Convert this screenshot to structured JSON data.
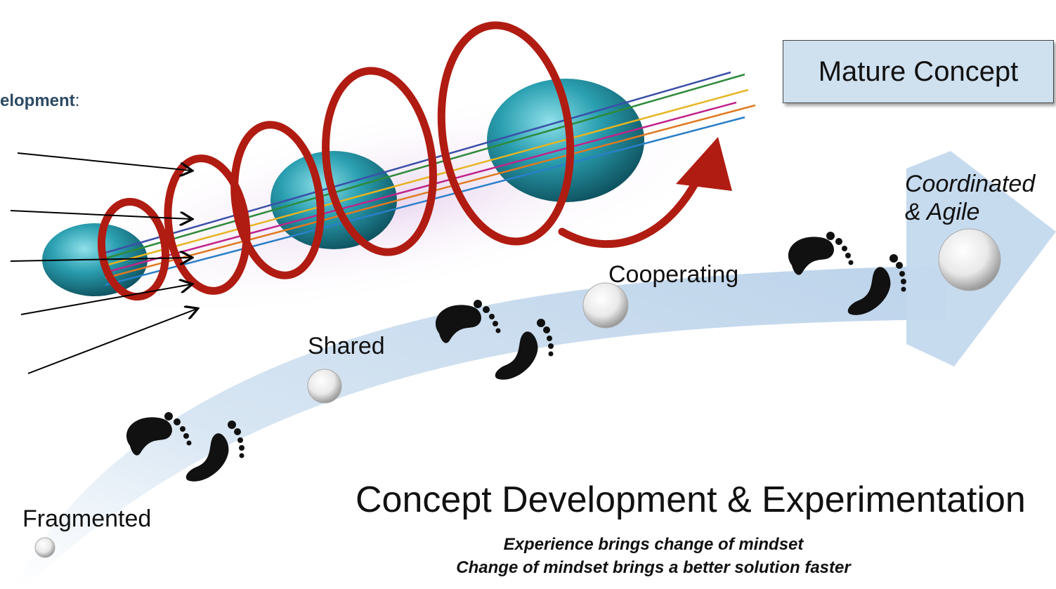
{
  "heading_partial": {
    "bold": "elopment",
    "suffix": ":"
  },
  "mature_concept": "Mature Concept",
  "stages": {
    "fragmented": "Fragmented",
    "shared": "Shared",
    "cooperating": "Cooperating",
    "coordinated_line1": "Coordinated",
    "coordinated_line2": "& Agile"
  },
  "title": "Concept Development & Experimentation",
  "tagline": {
    "line1": "Experience brings change of mindset",
    "line2": "Change of mindset brings a better solution faster"
  },
  "colors": {
    "heading": "#2c4a63",
    "mature_box_fill": "#cfe0ef",
    "arrow_fill": "#c8dcef",
    "spiral": "#b01c12",
    "sphere": "#1f8fa0",
    "bundle_lines": [
      "#3b4fa8",
      "#2e8a3a",
      "#e6b420",
      "#c0248a",
      "#e07a20",
      "#2a7fc8"
    ]
  },
  "icons": {
    "footprints": "footprints-icon",
    "milestone": "milestone-dot-icon",
    "spiral": "spiral-arrow-icon",
    "spheres": "sphere-icon"
  }
}
